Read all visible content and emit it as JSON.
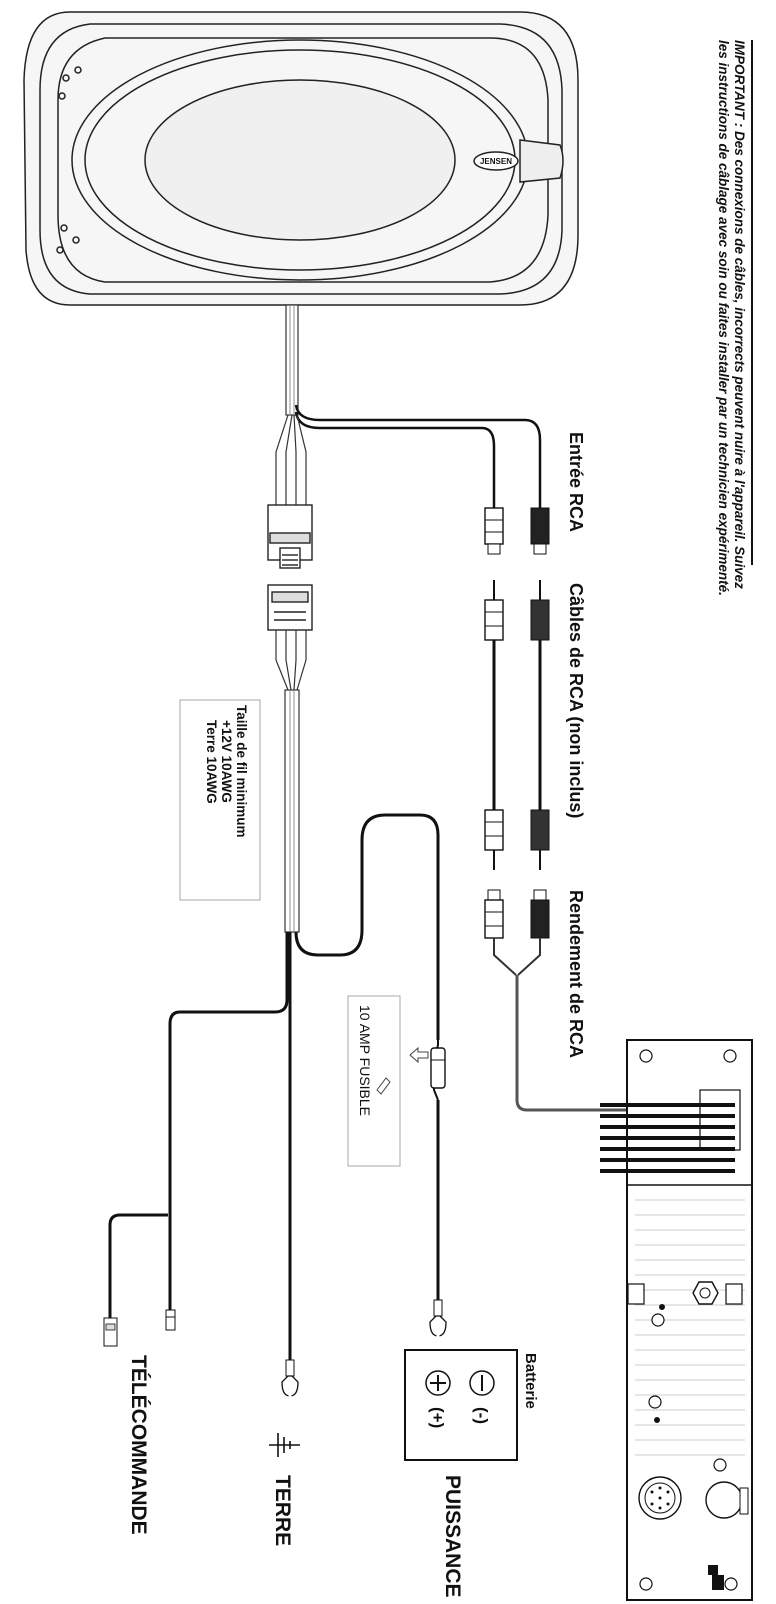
{
  "warning": {
    "line1": "IMPORTANT : Des connexions de câbles, incorrects peuvent nuire à l'appareil. Suivez",
    "line2": "les instructions de câblage avec soin ou faites installer par un technicien expérimenté."
  },
  "brand": "JENSEN",
  "labels": {
    "rca_input": "Entrée RCA",
    "rca_cables": "Câbles de RCA (non inclus)",
    "rca_output": "Rendement de RCA",
    "battery": "Batterie",
    "minus": "(-)",
    "plus": "(+)",
    "power": "PUISSANCE",
    "ground": "TERRE",
    "remote": "TÉLÉCOMMANDE",
    "fuse": "10 AMP FUSIBLE"
  },
  "wire_size": {
    "title": "Taille de fil minimum",
    "line1": "+12V  10AWG",
    "line2": "Terre  10AWG"
  },
  "icons": [
    "subwoofer-enclosure",
    "rca-plug-icon",
    "wire-harness-connector",
    "fuse-icon",
    "ring-terminal-icon",
    "ground-symbol-icon",
    "battery-terminal-icon",
    "head-unit-radio"
  ]
}
